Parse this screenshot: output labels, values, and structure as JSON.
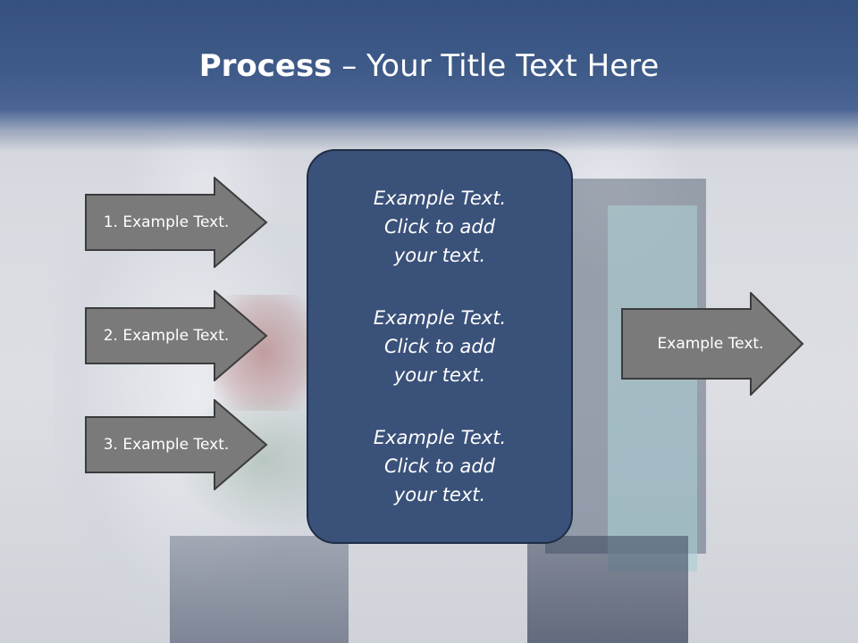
{
  "title": {
    "bold": "Process",
    "rest": " – Your Title Text Here"
  },
  "arrows_in": [
    {
      "label": "1. Example Text."
    },
    {
      "label": "2. Example Text."
    },
    {
      "label": "3. Example Text."
    }
  ],
  "center_panel": {
    "blocks": [
      "Example Text.\nClick  to add\nyour text.",
      "Example Text.\nClick  to add\nyour text.",
      "Example Text.\nClick  to add\nyour text."
    ]
  },
  "arrow_out": {
    "label": "Example Text."
  },
  "colors": {
    "title_banner": "#3e5a88",
    "panel_fill": "#3a5179",
    "arrow_fill": "#7a7a7a",
    "arrow_stroke": "#3c3c3c"
  }
}
